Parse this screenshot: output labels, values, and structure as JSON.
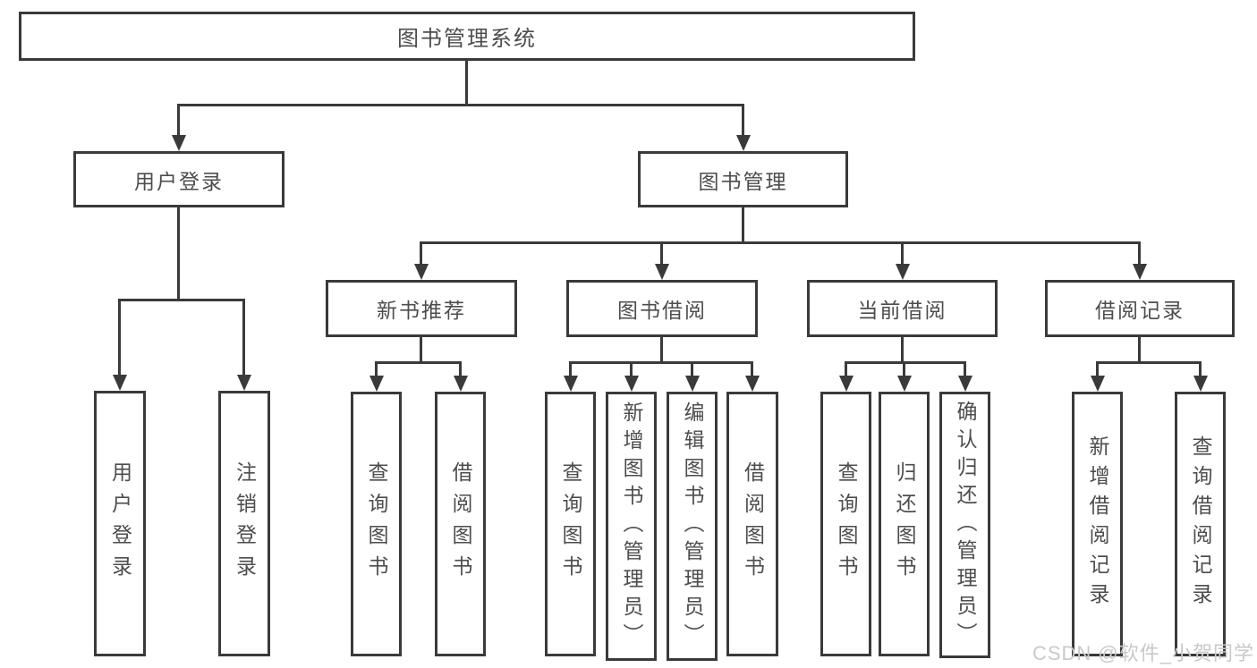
{
  "diagram": {
    "title": "图书管理系统",
    "colors": {
      "line": "#3a3a3a",
      "text": "#4d4d4d",
      "background": "#ffffff",
      "watermark_color": "#c9c9c9"
    },
    "watermark": "CSDN @软件_小贺同学",
    "nodes": {
      "root": {
        "label": "图书管理系统"
      },
      "user_login": {
        "label": "用户登录"
      },
      "book_mgmt": {
        "label": "图书管理"
      },
      "login": {
        "label": "用户登录"
      },
      "logout": {
        "label": "注销登录"
      },
      "new_books": {
        "label": "新书推荐"
      },
      "borrow": {
        "label": "图书借阅"
      },
      "current": {
        "label": "当前借阅"
      },
      "records": {
        "label": "借阅记录"
      },
      "nb_query": {
        "label": "查询图书"
      },
      "nb_borrow": {
        "label": "借阅图书"
      },
      "bw_query": {
        "label": "查询图书"
      },
      "bw_add": {
        "label": "新增图书（管理员）"
      },
      "bw_edit": {
        "label": "编辑图书（管理员）"
      },
      "bw_borrow": {
        "label": "借阅图书"
      },
      "cu_query": {
        "label": "查询图书"
      },
      "cu_return": {
        "label": "归还图书"
      },
      "cu_confirm": {
        "label": "确认归还（管理员）"
      },
      "rc_add": {
        "label": "新增借阅记录"
      },
      "rc_query": {
        "label": "查询借阅记录"
      }
    },
    "edges": [
      {
        "from": "root",
        "to": "user_login"
      },
      {
        "from": "root",
        "to": "book_mgmt"
      },
      {
        "from": "user_login",
        "to": "login"
      },
      {
        "from": "user_login",
        "to": "logout"
      },
      {
        "from": "book_mgmt",
        "to": "new_books"
      },
      {
        "from": "book_mgmt",
        "to": "borrow"
      },
      {
        "from": "book_mgmt",
        "to": "current"
      },
      {
        "from": "book_mgmt",
        "to": "records"
      },
      {
        "from": "new_books",
        "to": "nb_query"
      },
      {
        "from": "new_books",
        "to": "nb_borrow"
      },
      {
        "from": "borrow",
        "to": "bw_query"
      },
      {
        "from": "borrow",
        "to": "bw_add"
      },
      {
        "from": "borrow",
        "to": "bw_edit"
      },
      {
        "from": "borrow",
        "to": "bw_borrow"
      },
      {
        "from": "current",
        "to": "cu_query"
      },
      {
        "from": "current",
        "to": "cu_return"
      },
      {
        "from": "current",
        "to": "cu_confirm"
      },
      {
        "from": "records",
        "to": "rc_add"
      },
      {
        "from": "records",
        "to": "rc_query"
      }
    ]
  }
}
